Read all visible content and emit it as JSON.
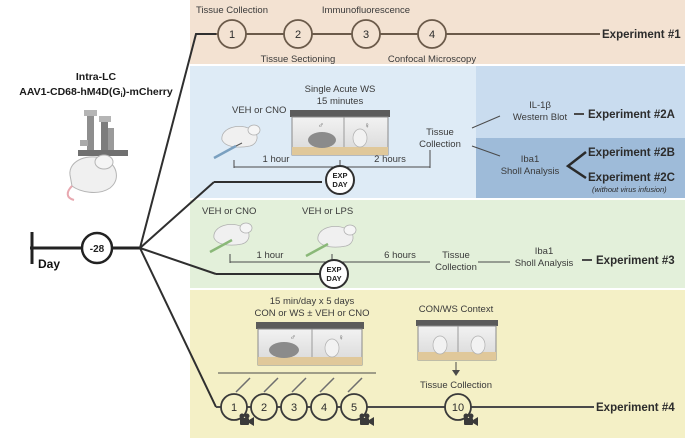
{
  "left": {
    "title_line1": "Intra-LC",
    "title_line2": "AAV1-CD68-hM4D(G",
    "title_sub": "i",
    "title_line2_end": ")-mCherry",
    "day_label": "Day",
    "day_value": "-28"
  },
  "exp1": {
    "steps": [
      "1",
      "2",
      "3",
      "4"
    ],
    "labels": {
      "tissue_collection": "Tissue Collection",
      "tissue_sectioning": "Tissue Sectioning",
      "immunofluorescence": "Immunofluorescence",
      "confocal": "Confocal Microscopy"
    },
    "name": "Experiment #1"
  },
  "exp2": {
    "veh_cno": "VEH or CNO",
    "ws_title_line1": "Single Acute WS",
    "ws_title_line2": "15 minutes",
    "one_hour": "1 hour",
    "two_hours": "2 hours",
    "tissue_line1": "Tissue",
    "tissue_line2": "Collection",
    "exp_day_line1": "EXP",
    "exp_day_line2": "DAY",
    "il1b_line1": "IL-1β",
    "il1b_line2": "Western Blot",
    "iba1_line1": "Iba1",
    "iba1_line2": "Sholl Analysis",
    "name_a": "Experiment #2A",
    "name_b": "Experiment #2B",
    "name_c": "Experiment #2C",
    "note_c": "(without virus infusion)"
  },
  "exp3": {
    "veh_cno": "VEH or CNO",
    "veh_lps": "VEH or LPS",
    "one_hour": "1 hour",
    "six_hours": "6 hours",
    "tissue_line1": "Tissue",
    "tissue_line2": "Collection",
    "iba1_line1": "Iba1",
    "iba1_line2": "Sholl Analysis",
    "exp_day_line1": "EXP",
    "exp_day_line2": "DAY",
    "name": "Experiment #3"
  },
  "exp4": {
    "proto_line1": "15 min/day x 5 days",
    "proto_line2": "CON or WS ± VEH or CNO",
    "context": "CON/WS Context",
    "tissue_collection": "Tissue Collection",
    "steps": [
      "1",
      "2",
      "3",
      "4",
      "5",
      "10"
    ],
    "name": "Experiment #4"
  },
  "colors": {
    "exp1_bg": "#f3e2d2",
    "exp2_bg": "#deebf6",
    "exp2_dark": "#9ebbd9",
    "exp3_bg": "#e3f0da",
    "exp4_bg": "#f4f0c6",
    "line": "#2f2f2f"
  }
}
